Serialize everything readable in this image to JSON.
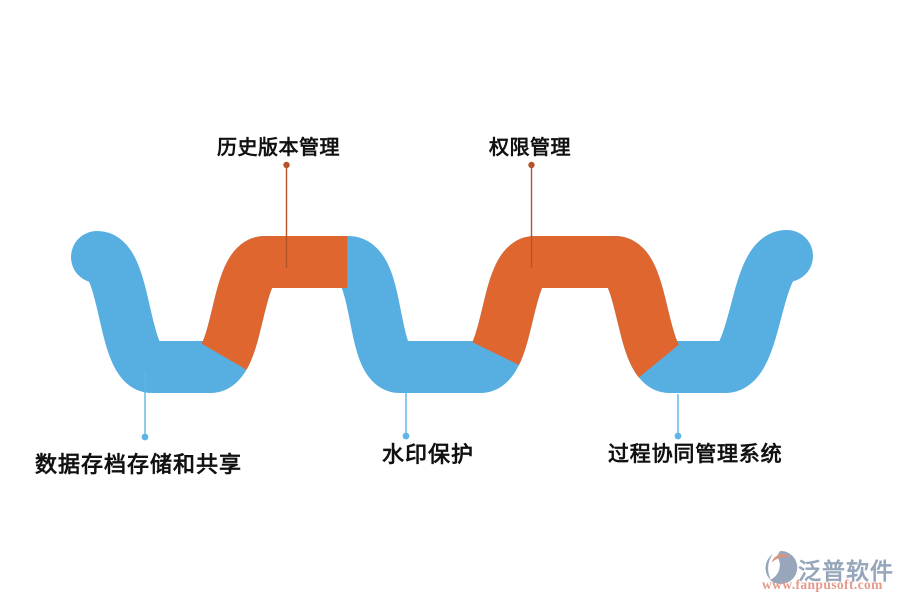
{
  "diagram": {
    "type": "serpentine-ribbon-infographic",
    "labels": {
      "history": "历史版本管理",
      "permission": "权限管理",
      "storage": "数据存档存储和共享",
      "watermark": "水印保护",
      "process": "过程协同管理系统"
    }
  },
  "colors": {
    "wave_blue": "#57AEE0",
    "wave_orange": "#E0662F",
    "pointer_orange": "#B5532A",
    "pointer_blue": "#5BB5E5",
    "logo_slate": "#97A6BB",
    "logo_salmon": "#DE9478"
  },
  "branding": {
    "logo_text": "泛普软件",
    "website": "www.fanpusoft.com"
  }
}
